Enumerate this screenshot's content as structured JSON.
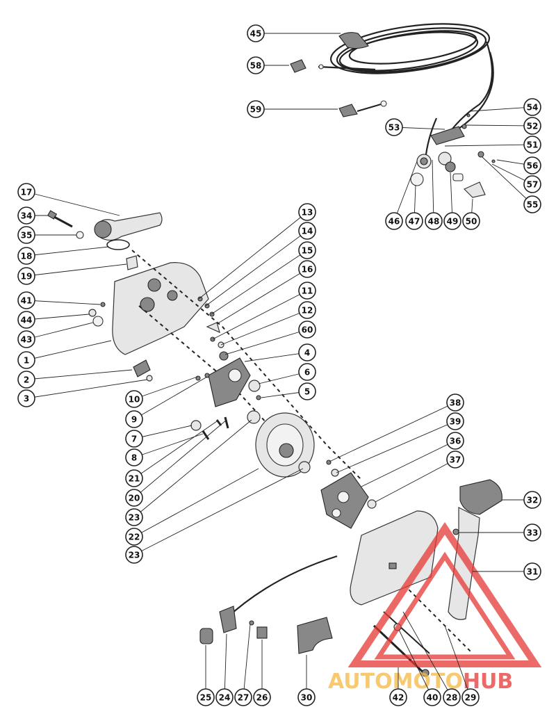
{
  "callouts": [
    {
      "label": "45"
    },
    {
      "label": "58"
    },
    {
      "label": "59"
    },
    {
      "label": "54"
    },
    {
      "label": "53"
    },
    {
      "label": "52"
    },
    {
      "label": "51"
    },
    {
      "label": "56"
    },
    {
      "label": "57"
    },
    {
      "label": "55"
    },
    {
      "label": "46"
    },
    {
      "label": "47"
    },
    {
      "label": "48"
    },
    {
      "label": "49"
    },
    {
      "label": "50"
    },
    {
      "label": "17"
    },
    {
      "label": "34"
    },
    {
      "label": "35"
    },
    {
      "label": "18"
    },
    {
      "label": "19"
    },
    {
      "label": "41"
    },
    {
      "label": "44"
    },
    {
      "label": "43"
    },
    {
      "label": "1"
    },
    {
      "label": "2"
    },
    {
      "label": "3"
    },
    {
      "label": "13"
    },
    {
      "label": "14"
    },
    {
      "label": "15"
    },
    {
      "label": "16"
    },
    {
      "label": "11"
    },
    {
      "label": "12"
    },
    {
      "label": "60"
    },
    {
      "label": "4"
    },
    {
      "label": "6"
    },
    {
      "label": "5"
    },
    {
      "label": "10"
    },
    {
      "label": "9"
    },
    {
      "label": "7"
    },
    {
      "label": "8"
    },
    {
      "label": "21"
    },
    {
      "label": "20"
    },
    {
      "label": "23"
    },
    {
      "label": "22"
    },
    {
      "label": "23"
    },
    {
      "label": "38"
    },
    {
      "label": "39"
    },
    {
      "label": "36"
    },
    {
      "label": "37"
    },
    {
      "label": "32"
    },
    {
      "label": "33"
    },
    {
      "label": "31"
    },
    {
      "label": "25"
    },
    {
      "label": "24"
    },
    {
      "label": "27"
    },
    {
      "label": "26"
    },
    {
      "label": "30"
    },
    {
      "label": "42"
    },
    {
      "label": "40"
    },
    {
      "label": "28"
    },
    {
      "label": "29"
    }
  ],
  "watermark": {
    "part1": "AUTOMOTO",
    "part2": "HUB",
    "color1": "#f5b942",
    "color2": "#e53935"
  }
}
